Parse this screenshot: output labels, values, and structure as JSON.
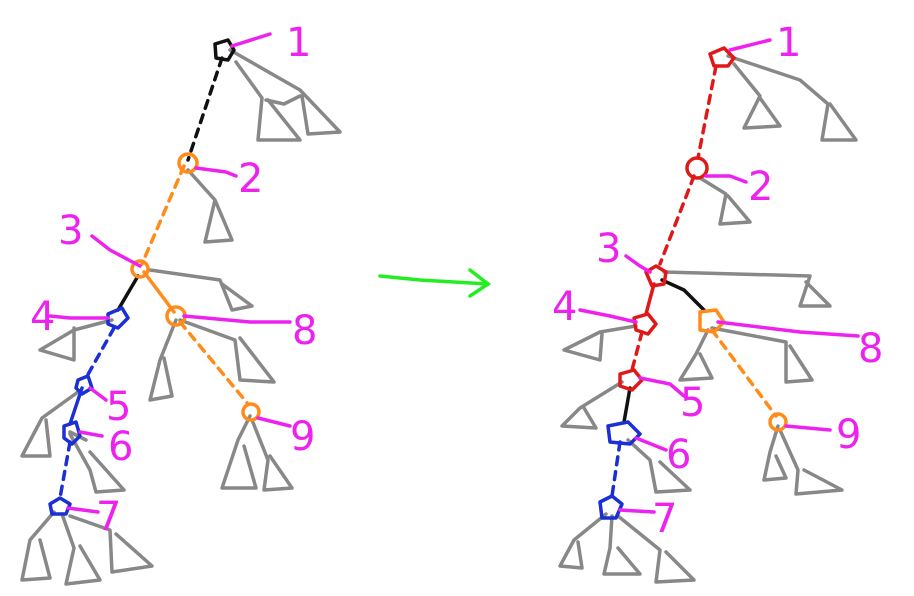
{
  "colors": {
    "magenta": "#ee22ee",
    "gray": "#888888",
    "black": "#111111",
    "orange": "#ff8c1a",
    "blue": "#1a2fd6",
    "red": "#e01818",
    "green": "#22ee22"
  },
  "left_tree": {
    "labels": [
      "1",
      "2",
      "3",
      "4",
      "5",
      "6",
      "7",
      "8",
      "9"
    ],
    "edge_colors": [
      "black",
      "orange",
      "black",
      "blue",
      "blue",
      "blue",
      "orange"
    ]
  },
  "right_tree": {
    "labels": [
      "1",
      "2",
      "3",
      "4",
      "5",
      "6",
      "7",
      "8",
      "9"
    ],
    "edge_colors": [
      "red",
      "red",
      "red",
      "red",
      "black",
      "blue",
      "black",
      "orange"
    ]
  },
  "arrow": {
    "color": "green",
    "meaning": "transform"
  }
}
